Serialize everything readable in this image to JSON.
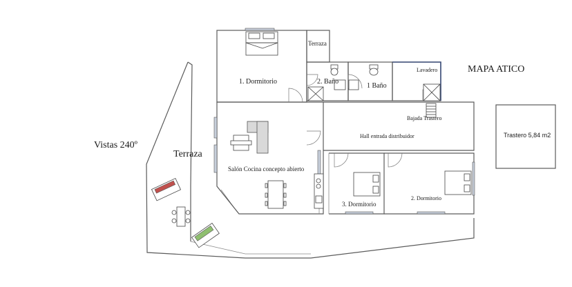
{
  "plan_title": "MAPA ATICO",
  "view_label": "Vistas 240º",
  "rooms": {
    "terraza_main": "Terraza",
    "terraza_small": "Terraza",
    "dormitorio_1": "1. Dormitorio",
    "bano_2": "2. Baño",
    "bano_1": "1 Baño",
    "lavadero": "Lavadero",
    "bajada_trastero": "Bajada Trastero",
    "hall": "Hall entrada distribuidor",
    "salon": "Salón Cocina concepto abierto",
    "dormitorio_3": "3. Dormitorio",
    "dormitorio_2": "2. Dormitorio"
  },
  "trastero": "Trastero 5,84 m2",
  "colors": {
    "walls": "#5a5a5a",
    "accent_wall": "#3b4d7a",
    "sofa_red": "#c0504d",
    "sofa_green": "#8fbf6f",
    "window": "#c8d0dc"
  }
}
